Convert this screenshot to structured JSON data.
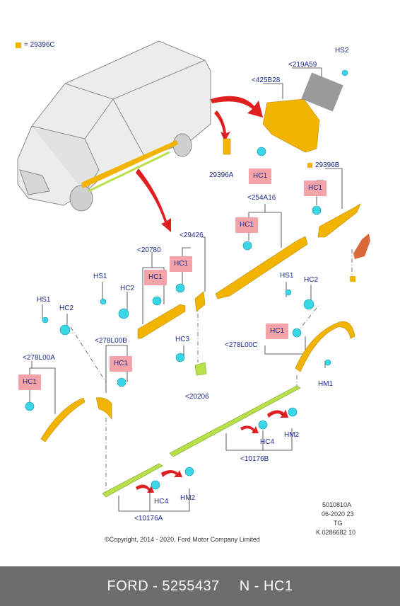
{
  "legend": {
    "text": "= 29396C",
    "color": "#f2b400"
  },
  "labels": {
    "hs2": "HS2",
    "p219a59": "<219A59",
    "p425b28": "<425B28",
    "p29396a": "29396A",
    "p29396b": "29396B",
    "p254a16": "<254A16",
    "p29426": "<29426",
    "p20780": "<20780",
    "hs1_a": "HS1",
    "hc2_a": "HC2",
    "hs1_b": "HS1",
    "hc2_b": "HC2",
    "hs1_c": "HS1",
    "hc2_c": "HC2",
    "p278l00a": "<278L00A",
    "p278l00b": "<278L00B",
    "p278l00c": "<278L00C",
    "hc3": "HC3",
    "p20206": "<20206",
    "hm1": "HM1",
    "hc4_a": "HC4",
    "hm2_a": "HM2",
    "p10176b": "<10176B",
    "hc4_b": "HC4",
    "hm2_b": "HM2",
    "p10176a": "<10176A",
    "hc1": "HC1"
  },
  "info": {
    "code": "5010810A",
    "date": "06-2020 23",
    "tg": "TG",
    "ref": "K 0286682 10",
    "copyright": "©Copyright, 2014 - 2020, Ford Motor Company Limited"
  },
  "footer": {
    "left": "FORD - 5255437",
    "right": "N - HC1"
  },
  "colors": {
    "part": "#f2b400",
    "clip": "#38d6e6",
    "green": "#b8e04a",
    "arrow": "#e02020",
    "highlight": "#f4a3a8"
  }
}
